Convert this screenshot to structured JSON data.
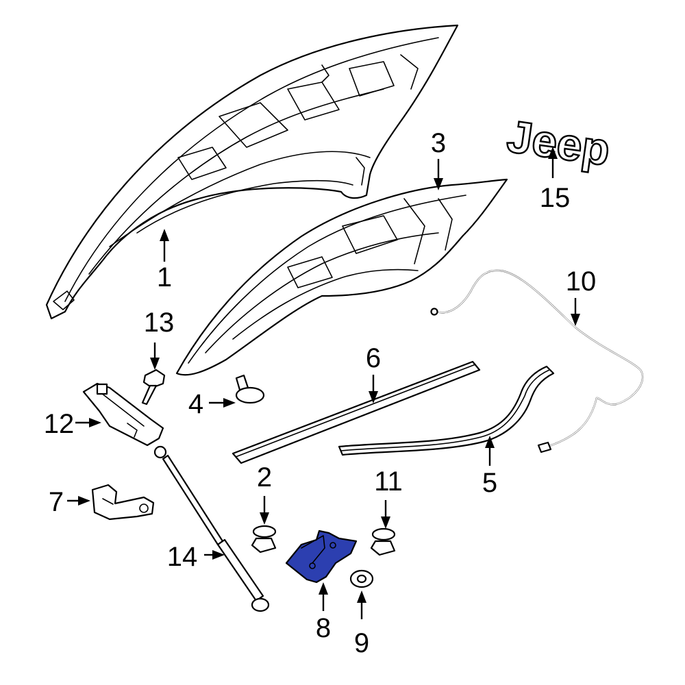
{
  "diagram": {
    "emblem_text": "Jeep",
    "highlight_color": "#2c3fb0",
    "outline_color": "#000000",
    "parts": [
      {
        "key": "p1",
        "number": "1",
        "item": "hood-panel"
      },
      {
        "key": "p2",
        "number": "2",
        "item": "bumper-stop"
      },
      {
        "key": "p3",
        "number": "3",
        "item": "hood-insulator"
      },
      {
        "key": "p4",
        "number": "4",
        "item": "push-pin-retainer"
      },
      {
        "key": "p5",
        "number": "5",
        "item": "rear-seal"
      },
      {
        "key": "p6",
        "number": "6",
        "item": "front-seal"
      },
      {
        "key": "p7",
        "number": "7",
        "item": "latch"
      },
      {
        "key": "p8",
        "number": "8",
        "item": "hinge-bracket",
        "highlighted": true
      },
      {
        "key": "p9",
        "number": "9",
        "item": "grommet"
      },
      {
        "key": "p10",
        "number": "10",
        "item": "release-cable"
      },
      {
        "key": "p11",
        "number": "11",
        "item": "bumper-stop"
      },
      {
        "key": "p12",
        "number": "12",
        "item": "hinge"
      },
      {
        "key": "p13",
        "number": "13",
        "item": "bolt"
      },
      {
        "key": "p14",
        "number": "14",
        "item": "lift-support"
      },
      {
        "key": "p15",
        "number": "15",
        "item": "emblem"
      }
    ],
    "labels": {
      "p1": "1",
      "p2": "2",
      "p3": "3",
      "p4": "4",
      "p5": "5",
      "p6": "6",
      "p7": "7",
      "p8": "8",
      "p9": "9",
      "p10": "10",
      "p11": "11",
      "p12": "12",
      "p13": "13",
      "p14": "14",
      "p15": "15"
    }
  }
}
